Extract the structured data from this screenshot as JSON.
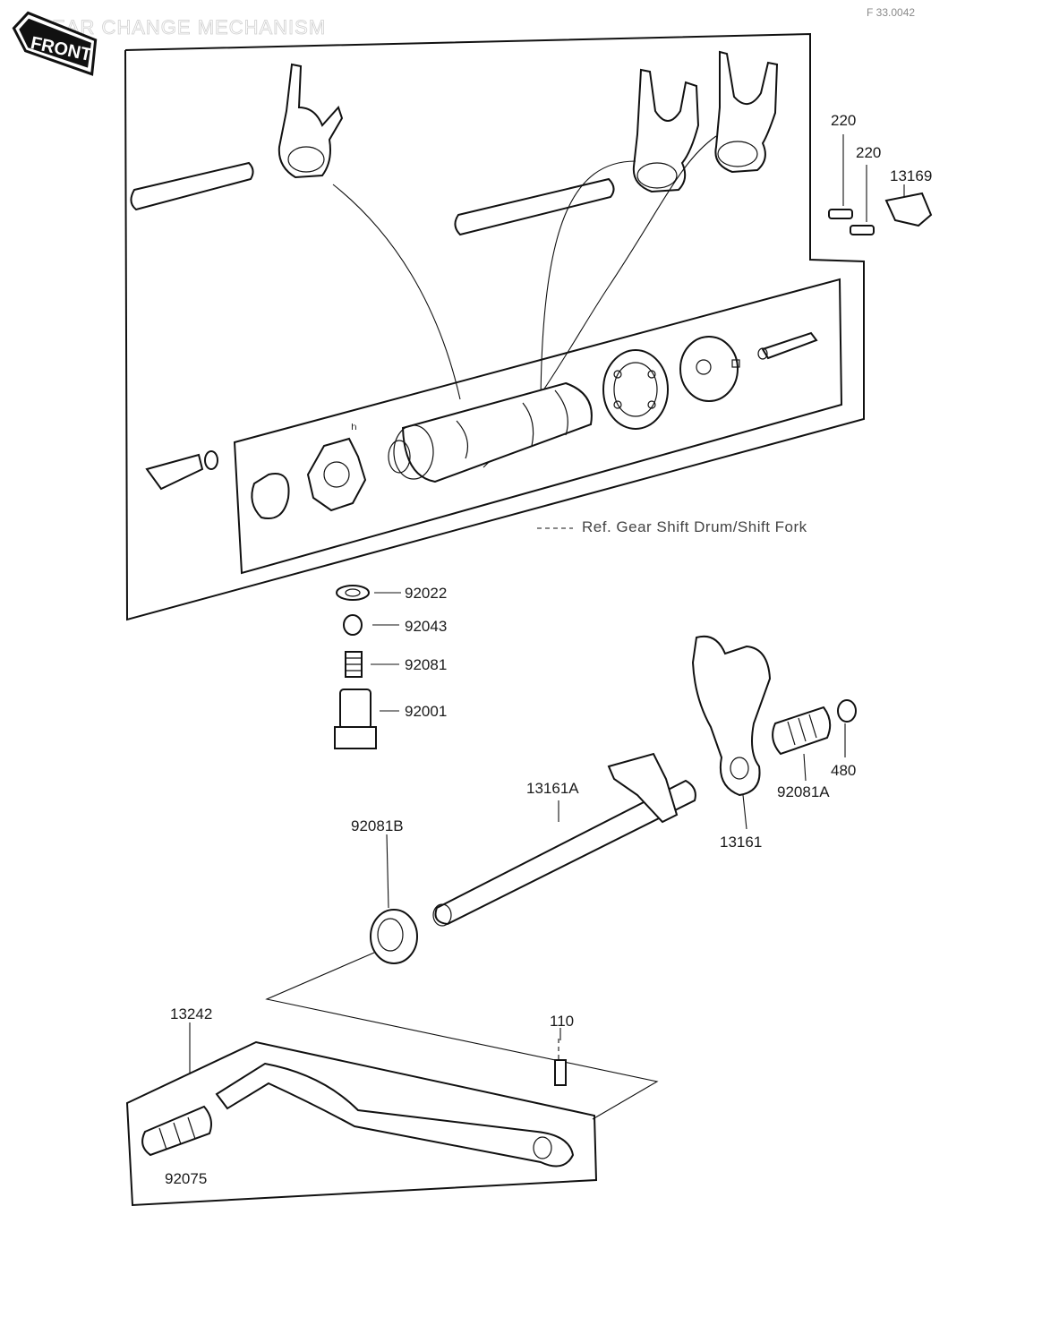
{
  "header": {
    "title": "GEAR CHANGE MECHANISM",
    "code": "F 33.0042",
    "front_badge": "FRONT"
  },
  "reference_note": "Ref. Gear Shift Drum/Shift Fork",
  "parts": [
    {
      "id": "220",
      "label": "220"
    },
    {
      "id": "220b",
      "label": "220"
    },
    {
      "id": "13169",
      "label": "13169"
    },
    {
      "id": "92022",
      "label": "92022"
    },
    {
      "id": "92043",
      "label": "92043"
    },
    {
      "id": "92081",
      "label": "92081"
    },
    {
      "id": "92001",
      "label": "92001"
    },
    {
      "id": "480",
      "label": "480"
    },
    {
      "id": "92081A",
      "label": "92081A"
    },
    {
      "id": "13161A",
      "label": "13161A"
    },
    {
      "id": "13161",
      "label": "13161"
    },
    {
      "id": "92081B",
      "label": "92081B"
    },
    {
      "id": "13242",
      "label": "13242"
    },
    {
      "id": "110",
      "label": "110"
    },
    {
      "id": "92075",
      "label": "92075"
    }
  ],
  "icons": [
    "front-arrow-icon"
  ]
}
